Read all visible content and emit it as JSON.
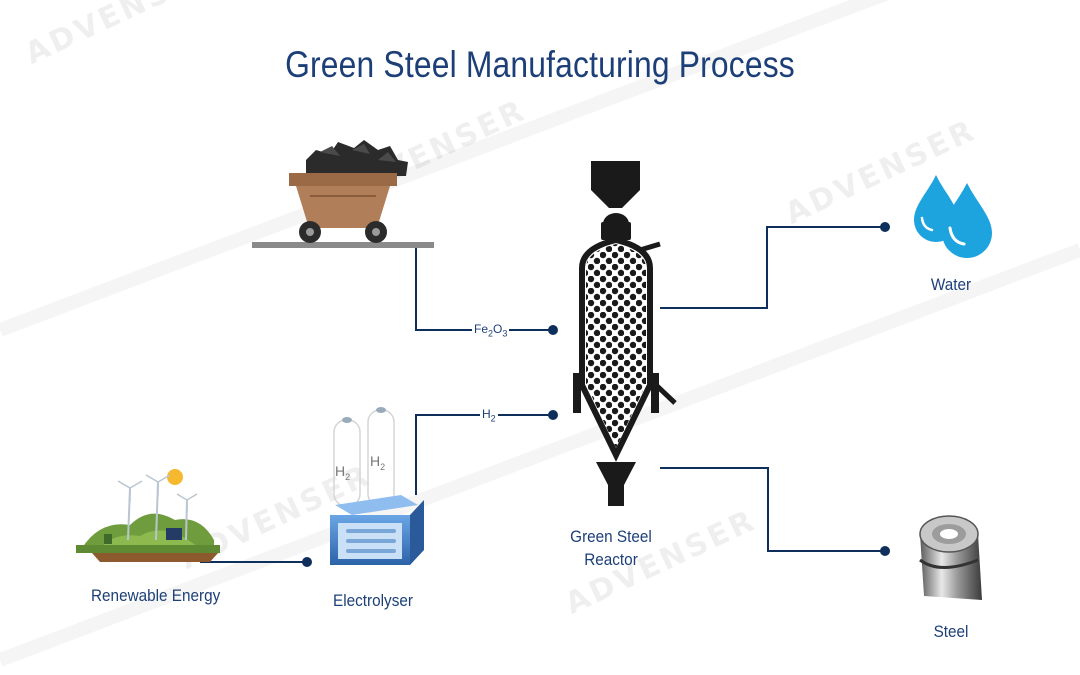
{
  "title": "Green Steel Manufacturing Process",
  "labels": {
    "renewable": "Renewable Energy",
    "electrolyser": "Electrolyser",
    "reactor_line1": "Green Steel",
    "reactor_line2": "Reactor",
    "water": "Water",
    "steel": "Steel"
  },
  "flows": {
    "iron_ore_base": "Fe",
    "iron_ore_sub1": "2",
    "iron_ore_mid": "O",
    "iron_ore_sub2": "3",
    "hydrogen_base": "H",
    "hydrogen_sub": "2"
  },
  "tank_labels": {
    "base": "H",
    "sub": "2"
  },
  "watermark": "ADVENSER",
  "colors": {
    "line": "#0e2f5c",
    "title": "#1d3f78",
    "water": "#1da3dd",
    "reactor": "#1a1a1a",
    "cart": "#9a6a47",
    "electrolyser": "#3b78c2"
  }
}
